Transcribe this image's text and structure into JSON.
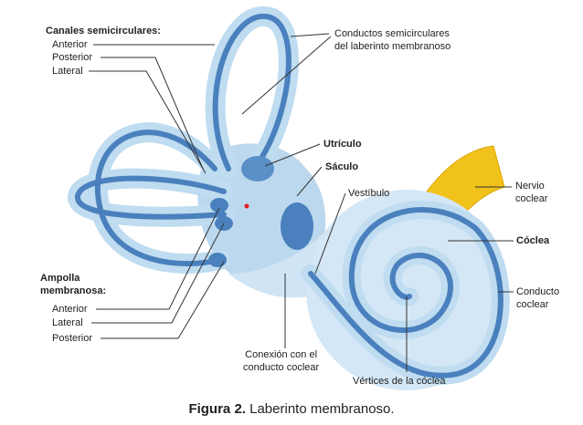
{
  "labels": {
    "canales_title": "Canales semicirculares:",
    "canal_anterior": "Anterior",
    "canal_posterior": "Posterior",
    "canal_lateral": "Lateral",
    "conductos_line1": "Conductos semicirculares",
    "conductos_line2": "del laberinto membranoso",
    "utriculo": "Utrículo",
    "saculo": "Sáculo",
    "vestibulo": "Vestíbulo",
    "nervio_line1": "Nervio",
    "nervio_line2": "coclear",
    "coclea": "Cóclea",
    "conducto_line1": "Conducto",
    "conducto_line2": "coclear",
    "ampolla_line1": "Ampolla",
    "ampolla_line2": "membranosa:",
    "ampolla_anterior": "Anterior",
    "ampolla_lateral": "Lateral",
    "ampolla_posterior": "Posterior",
    "conexion_line1": "Conexión con el",
    "conexion_line2": "conducto coclear",
    "vertices": "Vértices de la cóclea"
  },
  "caption": {
    "bold": "Figura 2.",
    "text": "Laberinto membranoso."
  },
  "colors": {
    "outer": "#bfdcf0",
    "inner": "#4a80bd",
    "nerve": "#f2c21c"
  }
}
